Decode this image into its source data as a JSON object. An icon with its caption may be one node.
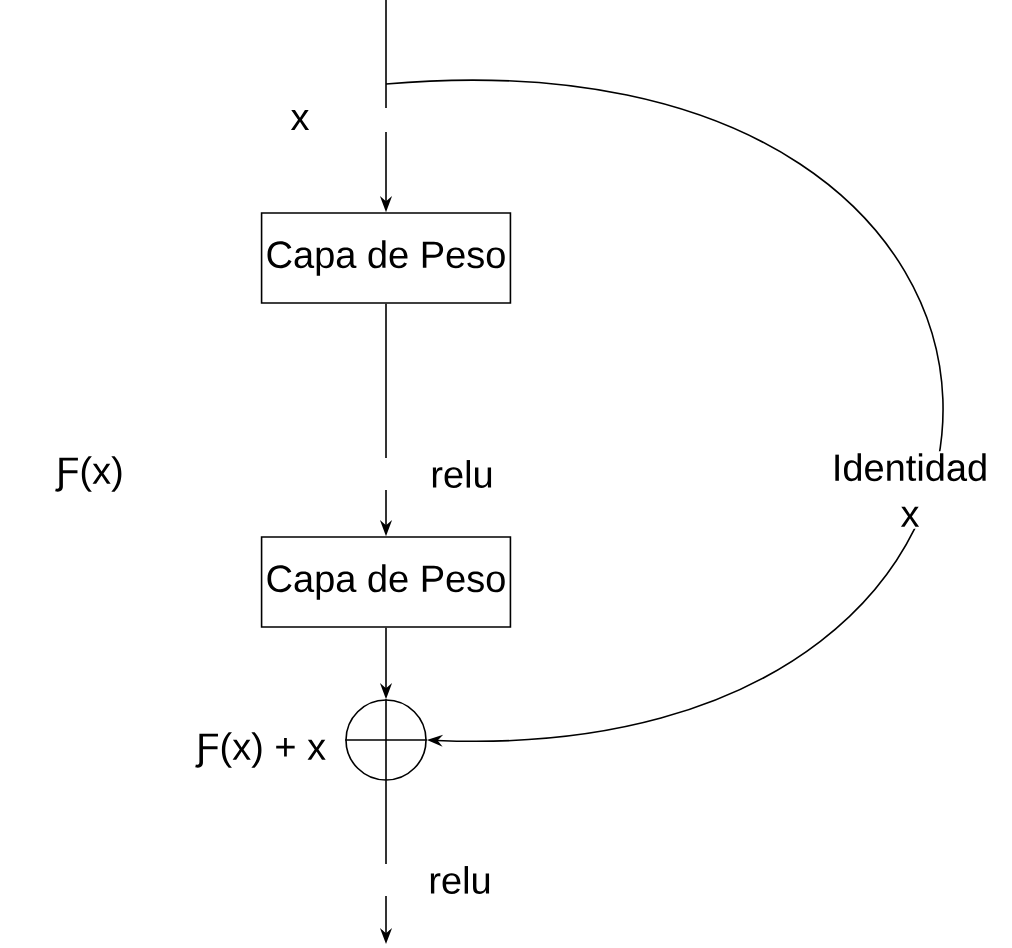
{
  "diagram": {
    "nodes": [
      {
        "text": [
          "Capa de Peso"
        ]
      },
      {
        "text": [
          "Capa de Peso"
        ]
      },
      {
        "text": [],
        "shape": "circle",
        "beside": [
          "Ƒ(x) + x"
        ]
      }
    ],
    "edges": [
      {
        "from": null,
        "to": 0,
        "arrow": "to",
        "label": "x"
      },
      {
        "from": 0,
        "to": 1,
        "arrow": "to",
        "label": "relu"
      },
      {
        "from": 1,
        "to": 2,
        "arrow": "to"
      },
      {
        "from": 2,
        "to": null,
        "arrow": "to",
        "label": "relu"
      },
      {
        "from": null,
        "to": 2,
        "arrow": "to",
        "label": "Identidad x"
      }
    ],
    "labels": [
      "Ƒ(x)"
    ]
  }
}
